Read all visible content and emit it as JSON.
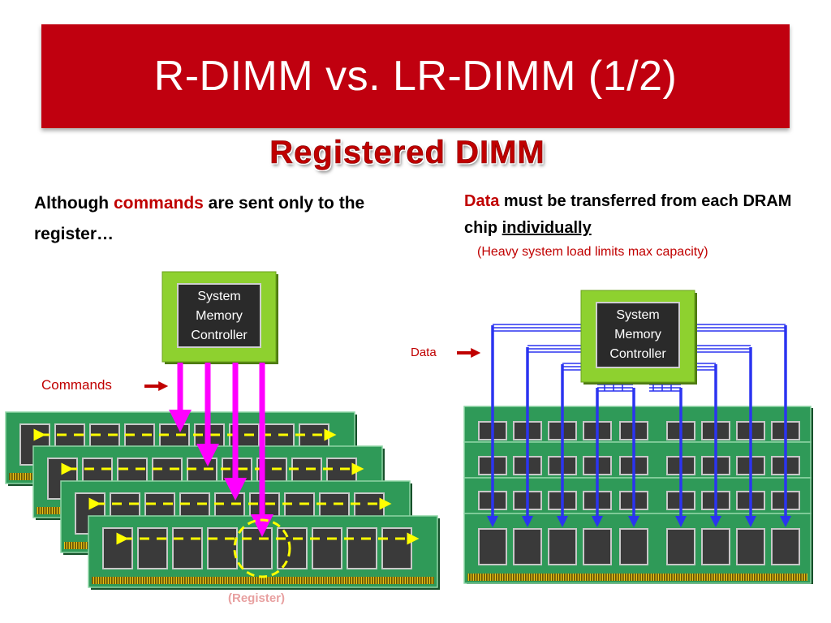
{
  "slide": {
    "title": "R-DIMM vs. LR-DIMM (1/2)",
    "subtitle": "Registered DIMM"
  },
  "left": {
    "text_1": "Although ",
    "text_commands": "commands",
    "text_2": " are sent only to the register…",
    "controller_label": [
      "System",
      "Memory",
      "Controller"
    ],
    "commands_label": "Commands",
    "register_label": "(Register)"
  },
  "right": {
    "text_data": "Data",
    "text_1": " must be transferred from each DRAM chip ",
    "text_individually": "individually",
    "note": "(Heavy system load limits max capacity)",
    "controller_label": [
      "System",
      "Memory",
      "Controller"
    ],
    "data_label": "Data"
  },
  "colors": {
    "title_bar": "#c0000f",
    "accent_red": "#c00000",
    "pcb_green": "#2f9a58",
    "controller_green": "#8ed12f",
    "command_arrow": "#ff00ff",
    "data_arrow": "#2b34f0",
    "dashed_arrow": "#ffff00"
  },
  "icons": {
    "small_arrow": "right-arrow-icon",
    "register_highlight": "dashed-circle-icon"
  }
}
